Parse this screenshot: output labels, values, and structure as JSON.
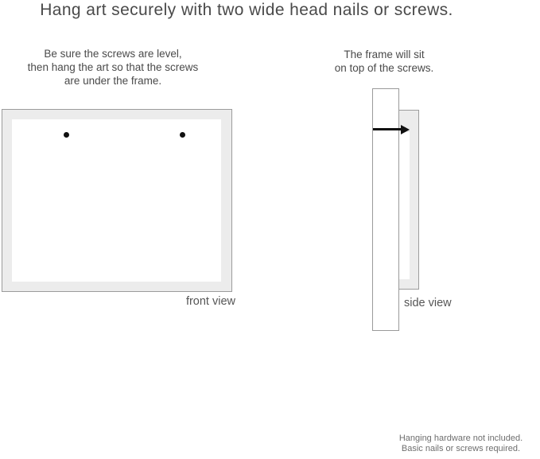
{
  "title": "Hang art securely with two wide head nails or screws.",
  "front_section": {
    "instruction_lines": [
      "Be sure the screws are level,",
      "then hang the art so that the screws",
      "are under the frame."
    ],
    "label": "front view",
    "nail_count": 2
  },
  "side_section": {
    "instruction_lines": [
      "The frame will sit",
      "on top of the screws."
    ],
    "label": "side view"
  },
  "footer_lines": [
    "Hanging hardware not included.",
    "Basic nails or screws required."
  ],
  "colors": {
    "background": "#ffffff",
    "frame_fill": "#ececec",
    "frame_border": "#9c9c9c",
    "art_fill": "#ffffff",
    "nail": "#111111",
    "title_text": "#4a4a4a",
    "instruction_text": "#4a4a4a",
    "label_text": "#555555",
    "footer_text": "#6e6e6e"
  }
}
